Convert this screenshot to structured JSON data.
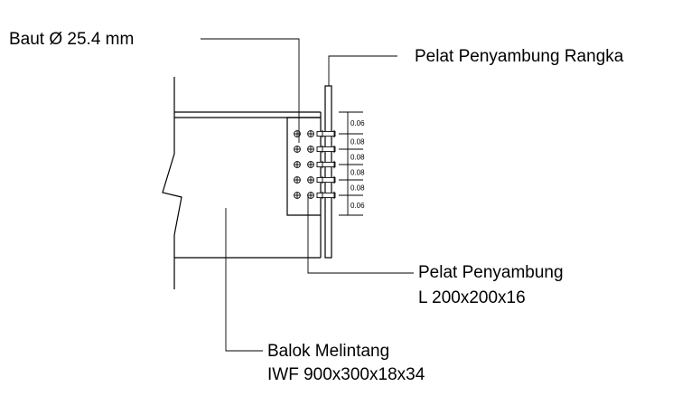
{
  "labels": {
    "bolt": "Baut Ø 25.4 mm",
    "frame_plate": "Pelat Penyambung Rangka",
    "splice_plate_line1": "Pelat Penyambung",
    "splice_plate_line2": "L 200x200x16",
    "beam_line1": "Balok Melintang",
    "beam_line2": "IWF 900x300x18x34"
  },
  "dimensions": [
    "0.06",
    "0.08",
    "0.08",
    "0.08",
    "0.08",
    "0.06"
  ],
  "bolt_rows": 5,
  "bolt_columns_on_angle": 3
}
